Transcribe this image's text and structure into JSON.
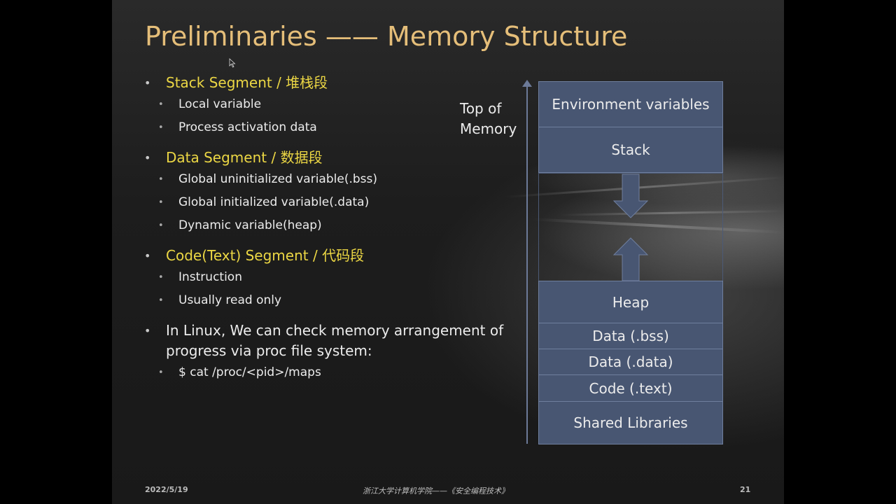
{
  "title": "Preliminaries —— Memory Structure",
  "bullets": {
    "stack": {
      "heading": "Stack Segment / 堆栈段",
      "items": [
        "Local variable",
        "Process activation data"
      ]
    },
    "data": {
      "heading": "Data Segment / 数据段",
      "items": [
        "Global uninitialized variable(.bss)",
        "Global initialized variable(.data)",
        "Dynamic variable(heap)"
      ]
    },
    "code": {
      "heading": "Code(Text) Segment / 代码段",
      "items": [
        "Instruction",
        "Usually read only"
      ]
    },
    "linux": {
      "text": "In Linux, We can check  memory arrangement of progress via proc file system:",
      "items": [
        "$ cat /proc/<pid>/maps"
      ]
    }
  },
  "diagram": {
    "top_label": "Top of Memory",
    "blocks": {
      "env": "Environment variables",
      "stack": "Stack",
      "heap": "Heap",
      "bss": "Data (.bss)",
      "data": "Data (.data)",
      "text": "Code (.text)",
      "shared": "Shared Libraries"
    },
    "colors": {
      "block_fill": "#485672",
      "block_border": "#6f7f9e",
      "arrow": "#485672"
    }
  },
  "footer": {
    "date": "2022/5/19",
    "center": "浙江大学计算机学院——《安全编程技术》",
    "page": "21"
  },
  "colors": {
    "title": "#e5be79",
    "heading": "#ecd744",
    "text": "#ececec"
  }
}
